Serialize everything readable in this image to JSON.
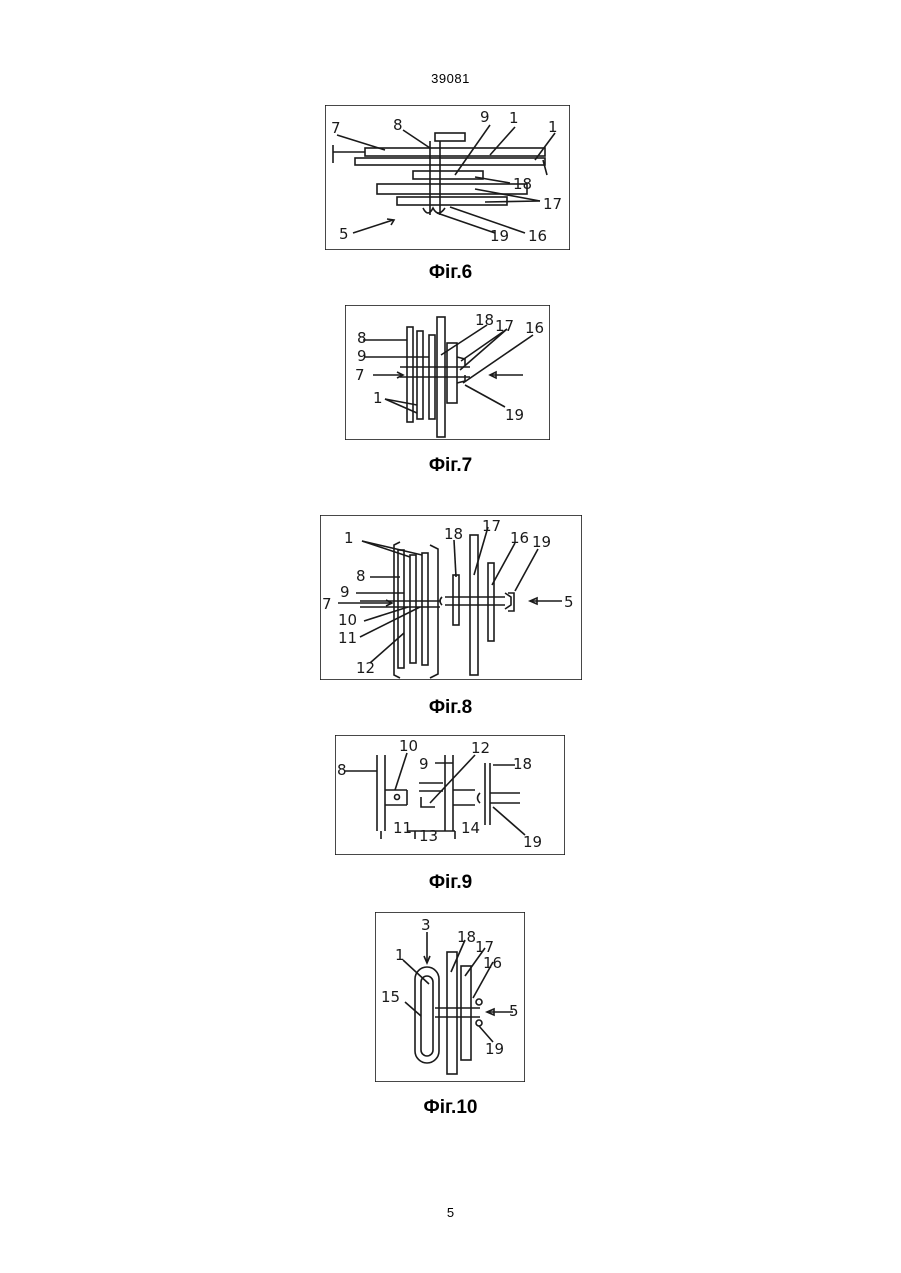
{
  "page": {
    "header_number": "39081",
    "page_number": "5"
  },
  "figures": [
    {
      "caption": "Фіг.6",
      "labels": [
        "7",
        "8",
        "9",
        "1",
        "1",
        "18",
        "17",
        "5",
        "19",
        "16"
      ]
    },
    {
      "caption": "Фіг.7",
      "labels": [
        "8",
        "9",
        "7",
        "1",
        "18",
        "17",
        "16",
        "19"
      ]
    },
    {
      "caption": "Фіг.8",
      "labels": [
        "1",
        "8",
        "9",
        "7",
        "10",
        "11",
        "12",
        "18",
        "17",
        "16",
        "19",
        "5"
      ]
    },
    {
      "caption": "Фіг.9",
      "labels": [
        "8",
        "10",
        "9",
        "12",
        "18",
        "11",
        "13",
        "14",
        "19"
      ]
    },
    {
      "caption": "Фіг.10",
      "labels": [
        "3",
        "1",
        "18",
        "17",
        "16",
        "15",
        "5",
        "19"
      ]
    }
  ]
}
